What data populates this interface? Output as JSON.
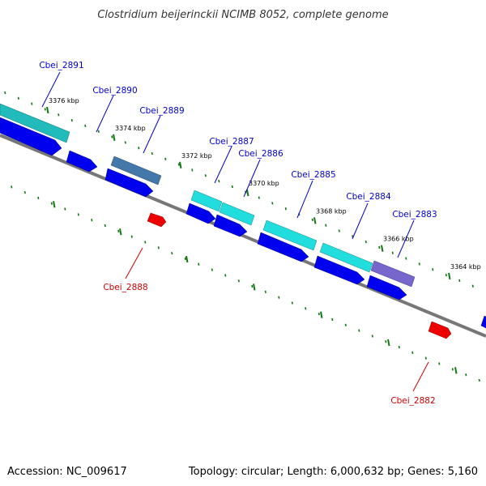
{
  "title": "Clostridium beijerinckii NCIMB 8052, complete genome",
  "footer": {
    "accession": "Accession: NC_009617",
    "summary": "Topology: circular; Length: 6,000,632 bp; Genes: 5,160"
  },
  "colors": {
    "backbone": "#777777",
    "tick": "#117711",
    "cds_plus": "#0000ee",
    "cds_minus": "#ee0000",
    "label_plus": "#0000cc",
    "label_minus": "#cc0000"
  },
  "ticks": [
    "3376 kbp",
    "3374 kbp",
    "3372 kbp",
    "3370 kbp",
    "3368 kbp",
    "3366 kbp",
    "3364 kbp"
  ],
  "genes": [
    {
      "name": "Cbei_2891",
      "color": "#22bbbb",
      "strand": "plus"
    },
    {
      "name": "Cbei_2890",
      "color": "#0000ee",
      "strand": "plus"
    },
    {
      "name": "Cbei_2889",
      "color": "#4477aa",
      "strand": "plus"
    },
    {
      "name": "Cbei_2888",
      "color": "#ee0000",
      "strand": "minus"
    },
    {
      "name": "Cbei_2887",
      "color": "#22dddd",
      "strand": "plus"
    },
    {
      "name": "Cbei_2886",
      "color": "#22dddd",
      "strand": "plus"
    },
    {
      "name": "Cbei_2885",
      "color": "#22dddd",
      "strand": "plus"
    },
    {
      "name": "Cbei_2884",
      "color": "#22dddd",
      "strand": "plus"
    },
    {
      "name": "Cbei_2883",
      "color": "#7766cc",
      "strand": "plus"
    },
    {
      "name": "Cbei_2882",
      "color": "#ee0000",
      "strand": "minus"
    }
  ]
}
